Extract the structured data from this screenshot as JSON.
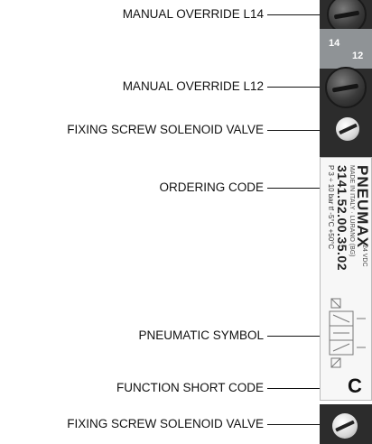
{
  "callouts": {
    "manual_override_l14": "MANUAL OVERRIDE L14",
    "manual_override_l12": "MANUAL OVERRIDE L12",
    "fixing_screw_top": "FIXING SCREW SOLENOID VALVE",
    "ordering_code": "ORDERING CODE",
    "pneumatic_symbol": "PNEUMATIC SYMBOL",
    "function_short_code": "FUNCTION SHORT CODE",
    "fixing_screw_bottom": "FIXING SCREW SOLENOID VALVE"
  },
  "device": {
    "port_14": "14",
    "port_12": "12",
    "brand": "PNEUMAX",
    "made_in": "MADE IN ITALY · LURANO (BG)",
    "code": "3141.52.00.35.02",
    "specs": "P 3 ÷ 10 bar  tf -5°C +50°C",
    "voltage": "24 VDC",
    "function_code": "C"
  },
  "colors": {
    "body_dark": "#2c2c2c",
    "body_grey": "#8f9396",
    "panel": "#f7f7f7"
  }
}
